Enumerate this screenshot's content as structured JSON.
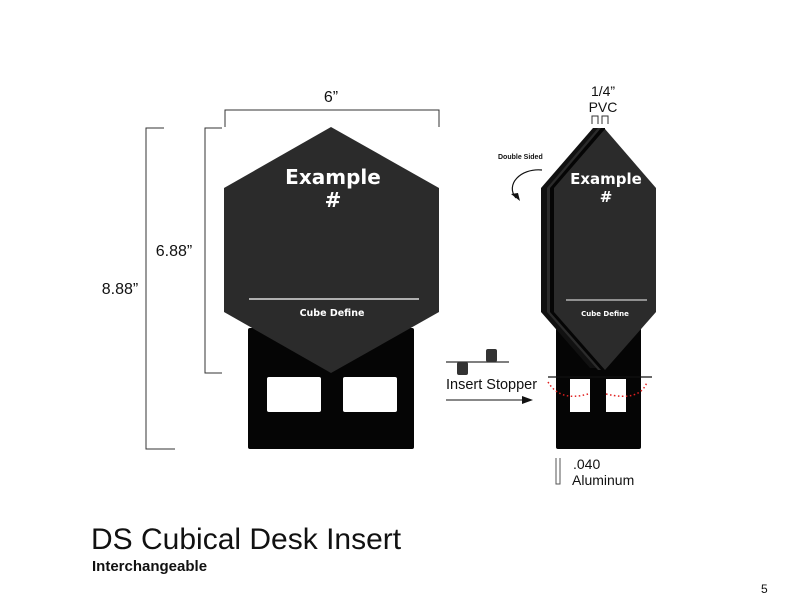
{
  "front_view": {
    "card_title": "Example",
    "card_number": "#",
    "card_footer": "Cube Define",
    "width_label": "6”",
    "card_height_label": "6.88”",
    "total_height_label": "8.88”"
  },
  "side_view": {
    "card_title": "Example",
    "card_number": "#",
    "card_footer": "Cube Define",
    "thickness_label": "1/4”",
    "material_label": "PVC",
    "double_sided_label": "Double Sided",
    "base_thickness_label": ".040",
    "base_material_label": "Aluminum"
  },
  "stopper": {
    "label": "Insert Stopper"
  },
  "title": "DS Cubical Desk Insert",
  "subtitle": "Interchangeable",
  "page_number": "5",
  "colors": {
    "card": "#2b2b2b",
    "base": "#050505",
    "dots": "#e02020"
  }
}
